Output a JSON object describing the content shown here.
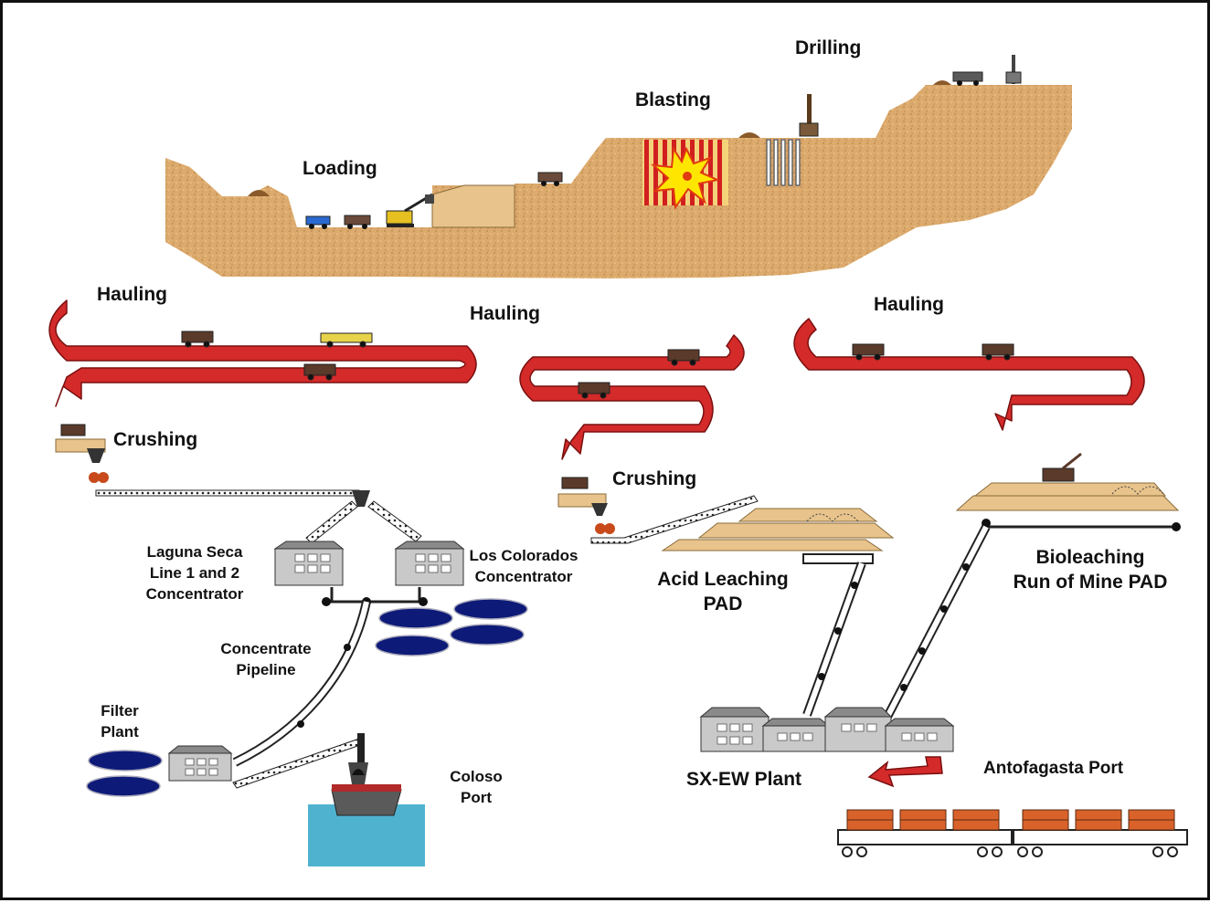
{
  "colors": {
    "ground": "#dcaa6c",
    "hauling_arrow": "#d42a2a",
    "water": "#4fb3cf",
    "thickener": "#0d1a78",
    "building": "#c9c9c9",
    "copper_cathode": "#d9622a",
    "blast_stripes": "#d11f1f"
  },
  "labels": {
    "drilling": "Drilling",
    "blasting": "Blasting",
    "loading": "Loading",
    "hauling_1": "Hauling",
    "hauling_2": "Hauling",
    "hauling_3": "Hauling",
    "crushing_1": "Crushing",
    "crushing_2": "Crushing",
    "laguna_seca": [
      "Laguna Seca",
      "Line 1 and 2",
      "Concentrator"
    ],
    "los_colorados": [
      "Los Colorados",
      "Concentrator"
    ],
    "acid_leaching": [
      "Acid Leaching",
      "PAD"
    ],
    "bioleaching": [
      "Bioleaching",
      "Run of Mine PAD"
    ],
    "concentrate_pipeline": [
      "Concentrate",
      "Pipeline"
    ],
    "filter_plant": [
      "Filter",
      "Plant"
    ],
    "coloso_port": [
      "Coloso",
      "Port"
    ],
    "sxew_plant": "SX-EW Plant",
    "antofagasta_port": "Antofagasta Port"
  },
  "icons": {
    "truck": "haul-truck-icon",
    "shovel": "shovel-icon",
    "drill": "drill-rig-icon",
    "explosion": "explosion-icon",
    "crusher": "crusher-icon",
    "building": "plant-building-icon",
    "thickener": "thickener-tank-icon",
    "ship": "ship-icon",
    "railcar": "railcar-icon"
  }
}
